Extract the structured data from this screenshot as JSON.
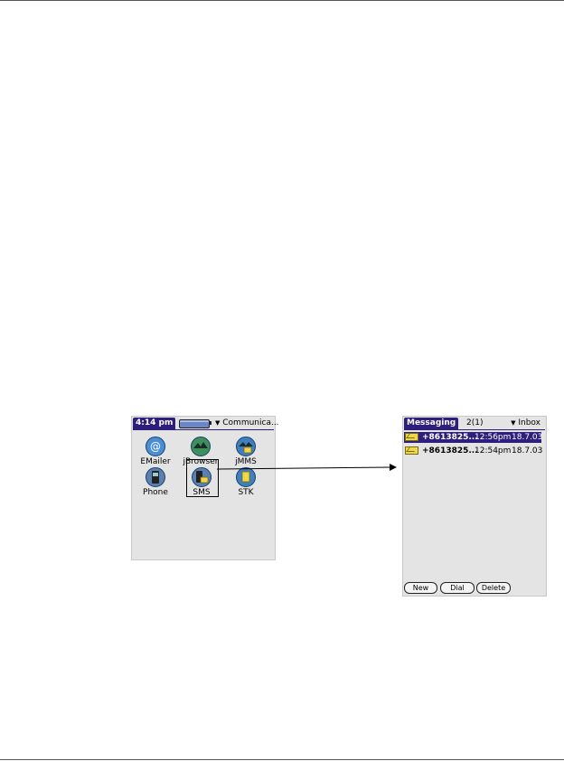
{
  "launcher": {
    "time": "4:14 pm",
    "category": "Communica...",
    "apps": [
      {
        "label": "EMailer",
        "icon": "emailer-icon"
      },
      {
        "label": "jBrowser",
        "icon": "jbrowser-icon"
      },
      {
        "label": "jMMS",
        "icon": "jmms-icon"
      },
      {
        "label": "Phone",
        "icon": "phone-icon"
      },
      {
        "label": "SMS",
        "icon": "sms-icon"
      },
      {
        "label": "STK",
        "icon": "stk-icon"
      }
    ]
  },
  "messaging": {
    "title": "Messaging",
    "count": "2(1)",
    "folder": "Inbox",
    "messages": [
      {
        "number": "+8613825...",
        "time": "12:56pm",
        "date": "18.7.03",
        "selected": true
      },
      {
        "number": "+8613825...",
        "time": "12:54pm",
        "date": "18.7.03",
        "selected": false
      }
    ],
    "buttons": {
      "new": "New",
      "dial": "Dial",
      "delete": "Delete"
    }
  },
  "colors": {
    "title_bar": "#2d1f7b",
    "screen_bg": "#e4e4e4",
    "envelope": "#f0d64a"
  }
}
